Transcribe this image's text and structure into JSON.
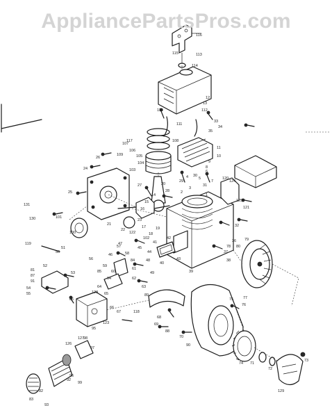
{
  "watermark": "AppliancePartsPros.com",
  "callouts": {
    "c1": "116",
    "c2": "115",
    "c3": "114",
    "c4": "113",
    "c5": "110",
    "c6": "111",
    "c7": "112",
    "c8": "108",
    "c9": "107",
    "c10": "106",
    "c11": "105",
    "c12": "104",
    "c13": "103",
    "c14": "102",
    "c15": "101",
    "c16": "109",
    "c17": "33",
    "c18": "34",
    "c19": "35",
    "c20": "13",
    "c21": "12",
    "c22": "11",
    "c23": "10",
    "c24": "20",
    "c25": "21",
    "c26": "22",
    "c27": "23",
    "c28": "24",
    "c29": "25",
    "c30": "26",
    "c31": "27",
    "c32": "28",
    "c33": "29",
    "c34": "30",
    "c35": "31",
    "c36": "32",
    "c37": "121",
    "c38": "120",
    "c39": "119",
    "c40": "122",
    "c41": "51",
    "c42": "52",
    "c43": "53",
    "c44": "54",
    "c45": "55",
    "c46": "56",
    "c47": "57",
    "c48": "58",
    "c49": "59",
    "c50": "60",
    "c51": "61",
    "c52": "62",
    "c53": "63",
    "c54": "64",
    "c55": "65",
    "c56": "66",
    "c57": "67",
    "c58": "68",
    "c59": "69",
    "c60": "70",
    "c61": "71",
    "c62": "72",
    "c63": "73",
    "c64": "74",
    "c65": "75",
    "c66": "76",
    "c67": "77",
    "c68": "78",
    "c69": "79",
    "c70": "80",
    "c71": "81",
    "c72": "82",
    "c73": "83",
    "c74": "84",
    "c75": "85",
    "c76": "86",
    "c77": "87",
    "c78": "88",
    "c79": "89",
    "c80": "90",
    "c81": "91",
    "c82": "92",
    "c83": "93",
    "c84": "94",
    "c85": "95",
    "c86": "96",
    "c87": "97",
    "c88": "98",
    "c89": "99",
    "c90": "100",
    "c91": "131",
    "c92": "130",
    "c93": "129",
    "c94": "128",
    "c95": "127",
    "c96": "126",
    "c97": "125",
    "c98": "124",
    "c99": "123",
    "c100": "118",
    "c101": "117",
    "c102": "14",
    "c103": "15",
    "c104": "16",
    "c105": "17",
    "c106": "18",
    "c107": "19",
    "c108": "1",
    "c109": "2",
    "c110": "3",
    "c111": "4",
    "c112": "5",
    "c113": "6",
    "c114": "7",
    "c115": "8",
    "c116": "9",
    "c117": "36",
    "c118": "37",
    "c119": "38",
    "c120": "39",
    "c121": "40",
    "c122": "41",
    "c123": "42",
    "c124": "43",
    "c125": "44",
    "c126": "45",
    "c127": "46",
    "c128": "47",
    "c129": "48",
    "c130": "49",
    "c131": "50"
  }
}
